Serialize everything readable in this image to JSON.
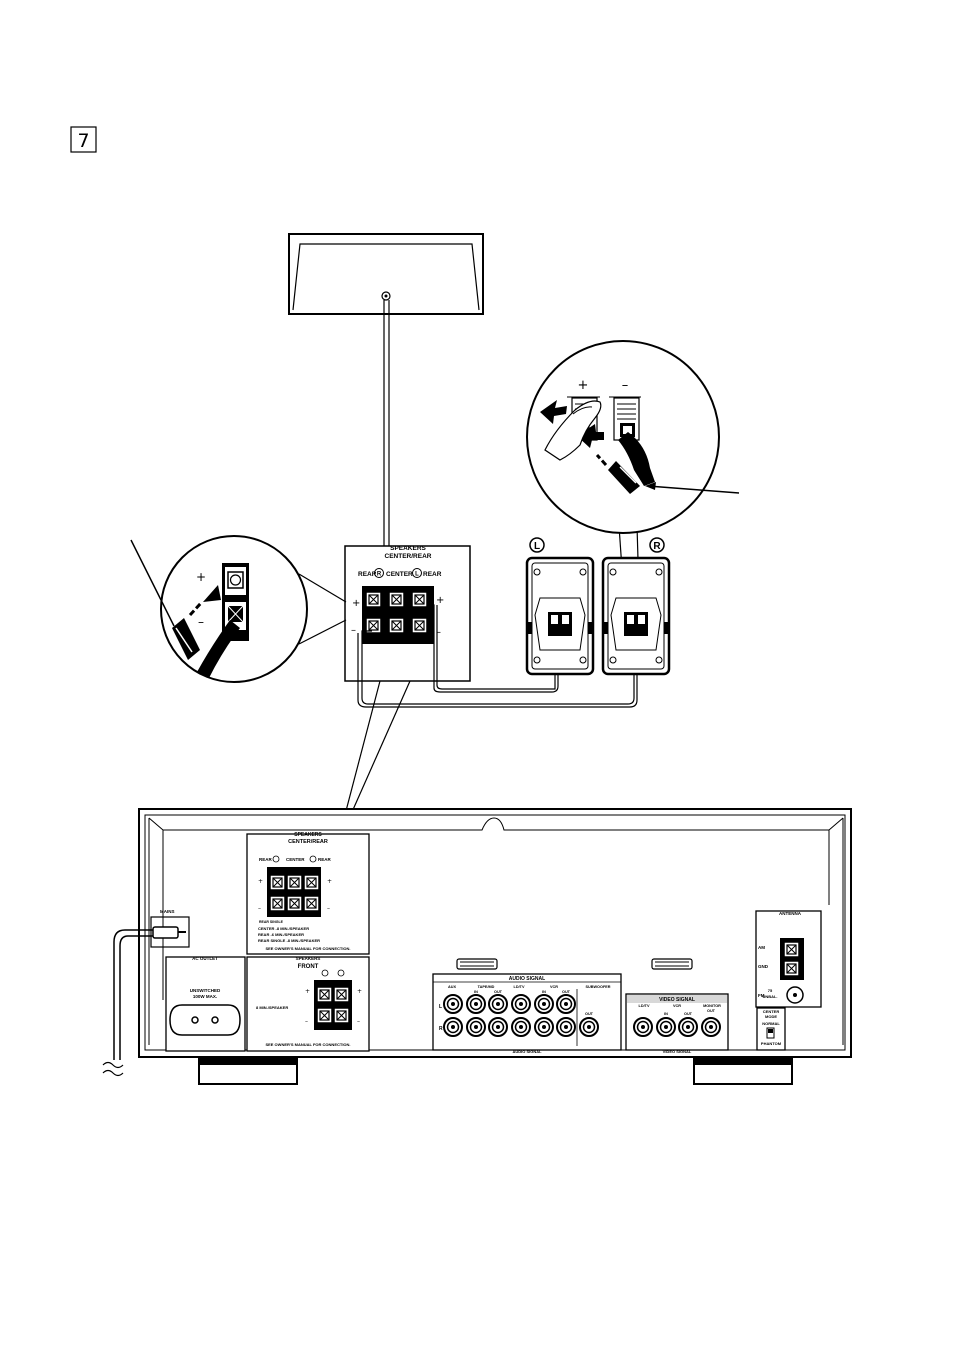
{
  "step": {
    "number": "7"
  },
  "speaker_panel": {
    "title_line1": "SPEAKERS",
    "title_line2": "CENTER/REAR",
    "rear_r": "REAR",
    "center": "CENTER",
    "rear_l": "REAR",
    "badge_r": "R",
    "badge_l": "L",
    "plus": "+",
    "minus": "–"
  },
  "front_speakers": {
    "left_badge": "L",
    "right_badge": "R"
  },
  "zoom_right": {
    "plus": "+",
    "minus": "–"
  },
  "zoom_left": {
    "plus": "+",
    "minus": "–"
  },
  "receiver": {
    "sp_title1": "SPEAKERS",
    "sp_title2": "CENTER/REAR",
    "sp_rear_r": "REAR",
    "sp_center": "CENTER",
    "sp_rear_l": "REAR",
    "rear_single": "REAR SINGLE",
    "imp_center": "CENTER      -8   MIN./SPEAKER",
    "imp_rear": "REAR          -6   MIN./SPEAKER",
    "imp_rear_single": "REAR SINGLE -8   MIN./SPEAKER",
    "see_manual_1": "SEE OWNER'S MANUAL FOR CONNECTION.",
    "mains": "MAINS",
    "ac_outlet": "AC OUTLET",
    "unswitched_1": "UNSWITCHED",
    "unswitched_2": "100W MAX.",
    "front_title1": "SPEAKERS",
    "front_title2": "FRONT",
    "front_imp": "8   MIN./SPEAKER",
    "see_manual_2": "SEE OWNER'S MANUAL FOR CONNECTION.",
    "audio_signal": "AUDIO SIGNAL",
    "audio_signal_bottom": "AUDIO SIGNAL",
    "aux": "AUX",
    "tape_md": "TAPE/MD",
    "ld_tv": "LD/TV",
    "vcr": "VCR",
    "subwoofer": "SUBWOOFER",
    "in1": "IN",
    "out1": "OUT",
    "in2": "IN",
    "out2": "OUT",
    "sub_out": "OUT",
    "video_signal": "VIDEO SIGNAL",
    "video_signal_bottom": "VIDEO SIGNAL",
    "v_ld_tv": "LD/TV",
    "v_vcr": "VCR",
    "v_monitor": "MONITOR",
    "v_in": "IN",
    "v_out": "OUT",
    "v_mon_out": "OUT",
    "antenna": "ANTENNA",
    "am": "AM",
    "gnd": "GND",
    "fm": "FM",
    "ohm_1": "75",
    "ohm_2": "UNBAL.",
    "center_mode_1": "CENTER",
    "center_mode_2": "MODE",
    "normal": "NORMAL",
    "phantom": "PHANTOM"
  }
}
